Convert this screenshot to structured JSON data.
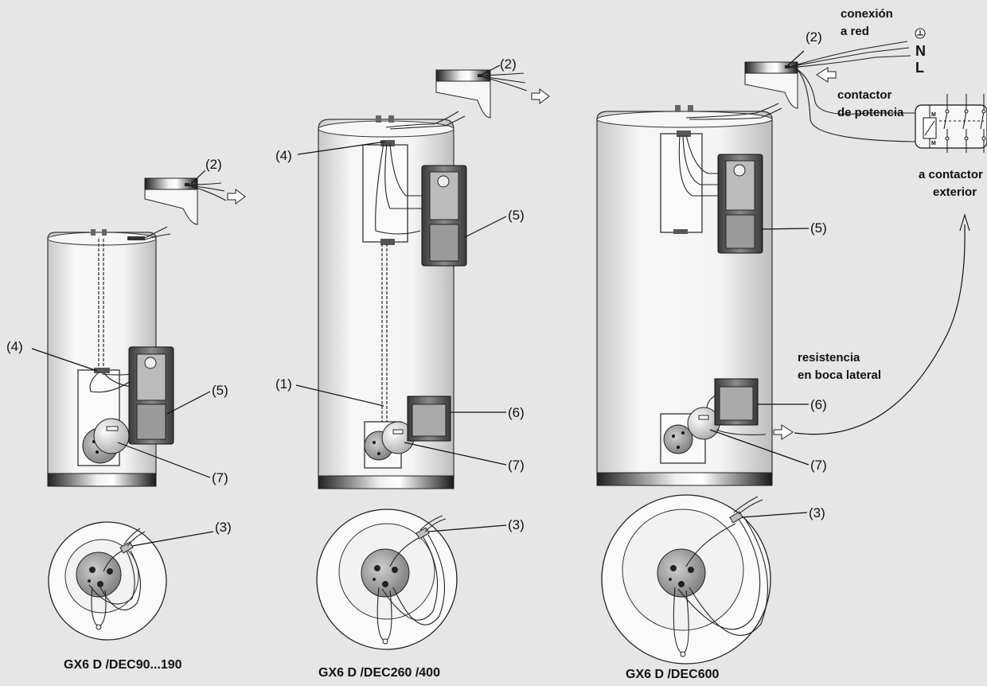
{
  "labels": {
    "l1": "(1)",
    "l2": "(2)",
    "l3": "(3)",
    "l4": "(4)",
    "l5": "(5)",
    "l6": "(6)",
    "l7": "(7)"
  },
  "annotations": {
    "conexion_line1": "conexión",
    "conexion_line2": "a red",
    "contactor_line1": "contactor",
    "contactor_line2": "de potencia",
    "ext_line1": "a contactor",
    "ext_line2": "exterior",
    "resist_line1": "resistencia",
    "resist_line2": "en boca lateral",
    "n": "N",
    "l": "L",
    "m": "M"
  },
  "models": {
    "left": "GX6 D /DEC90...190",
    "center": "GX6 D /DEC260 /400",
    "right": "GX6 D /DEC600"
  },
  "icons": {
    "earth": "earth-symbol-icon",
    "arrow": "hollow-arrow-icon"
  },
  "colors": {
    "background": "#e6e6e6",
    "tank": "#f2f2f2",
    "line": "#111111",
    "band_dark": "#2a2a2a"
  }
}
